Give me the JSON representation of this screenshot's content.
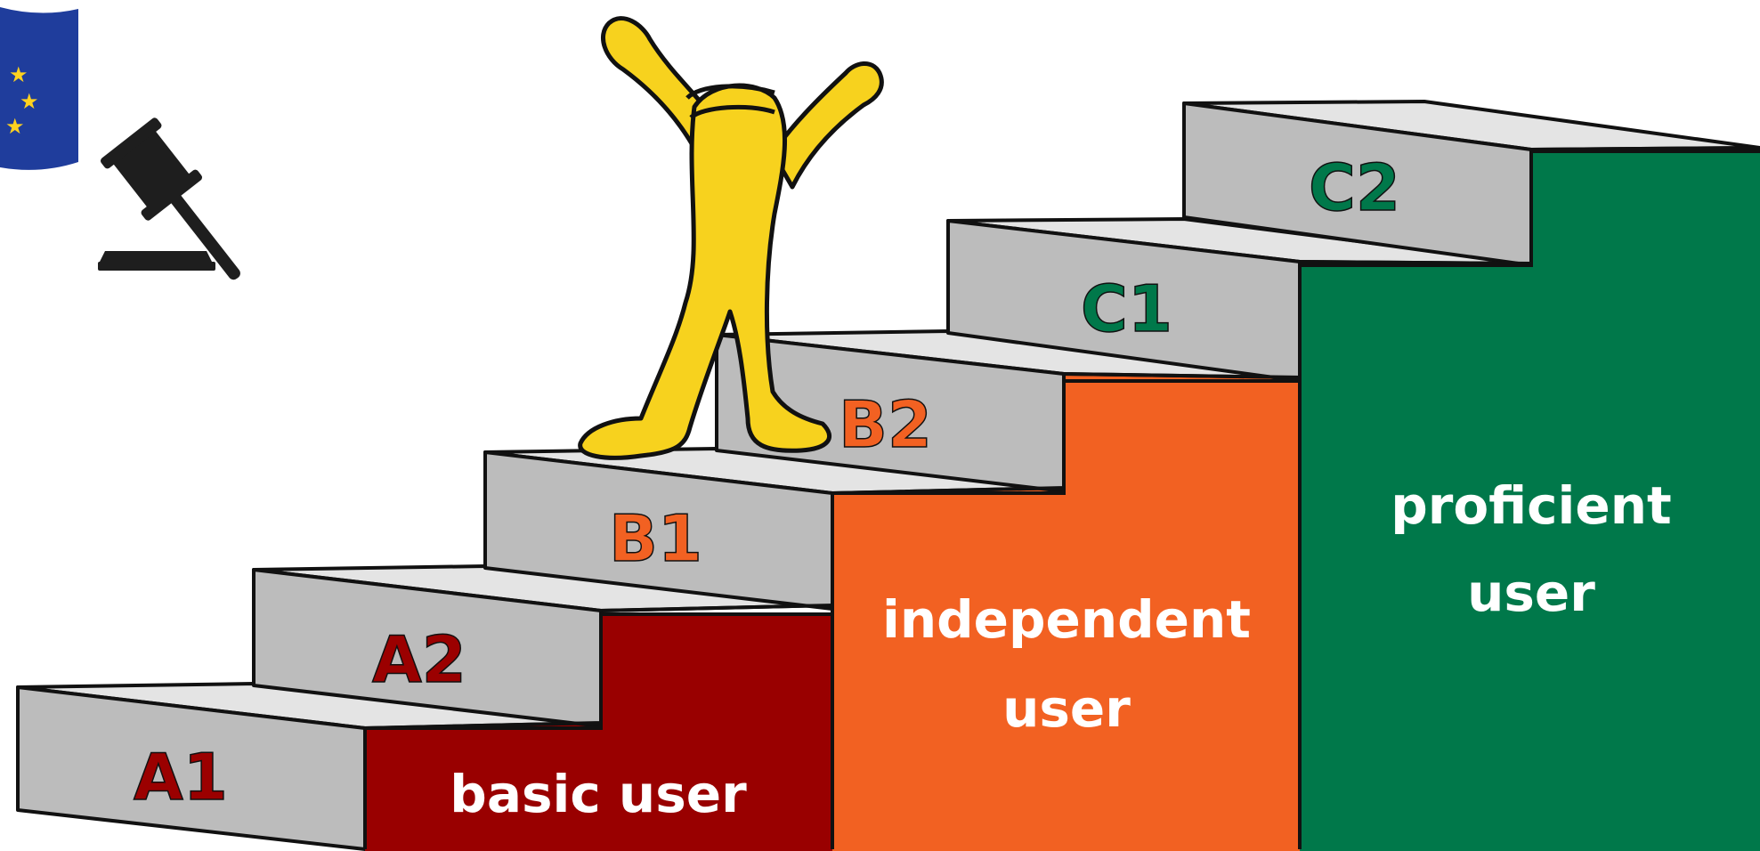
{
  "levels": [
    {
      "code": "A1",
      "color": "#9b0000"
    },
    {
      "code": "A2",
      "color": "#9b0000"
    },
    {
      "code": "B1",
      "color": "#f26122"
    },
    {
      "code": "B2",
      "color": "#f26122"
    },
    {
      "code": "C1",
      "color": "#00784a"
    },
    {
      "code": "C2",
      "color": "#00784a"
    }
  ],
  "groups": {
    "basic": {
      "label": "basic user",
      "color": "#990000"
    },
    "independent": {
      "line1": "independent",
      "line2": "user",
      "color": "#f26122"
    },
    "proficient": {
      "line1": "proficient",
      "line2": "user",
      "color": "#00784a"
    }
  },
  "icons": [
    "eu-flag-icon",
    "gavel-icon",
    "stick-figure-icon"
  ],
  "colors": {
    "step_top": "#e4e4e4",
    "step_face": "#bcbcbc",
    "figure": "#f7d21e",
    "outline": "#111111"
  }
}
